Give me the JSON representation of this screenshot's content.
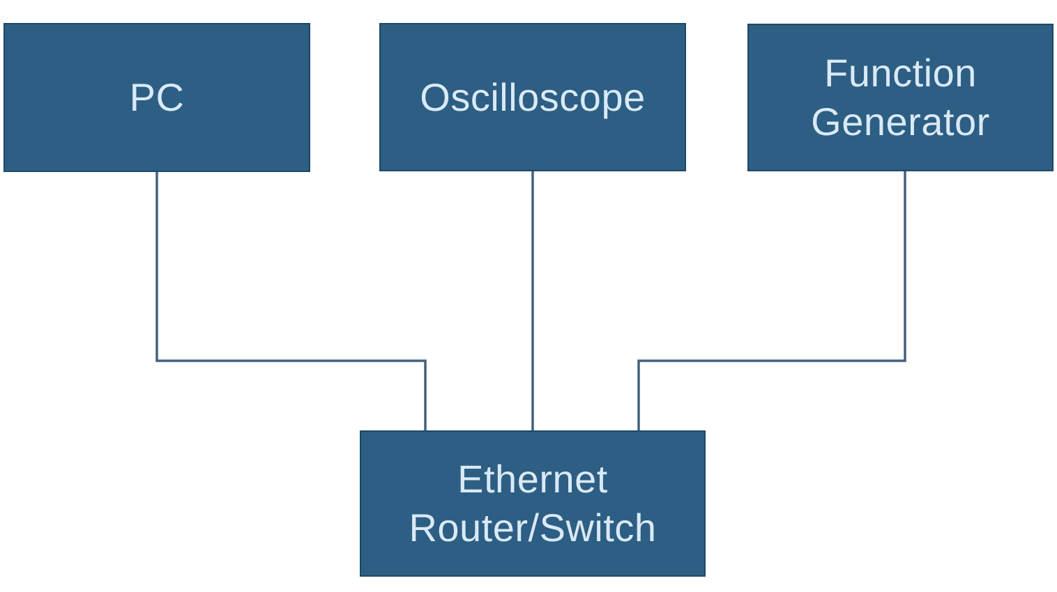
{
  "diagram": {
    "kind": "network-topology-diagram",
    "colors": {
      "background": "#ffffff",
      "node_fill": "#2d5e83",
      "node_border": "#1d4868",
      "node_text": "#d9e9f6",
      "connector": "#44617d"
    },
    "nodes": [
      {
        "id": "pc",
        "label": "PC"
      },
      {
        "id": "oscilloscope",
        "label": "Oscilloscope"
      },
      {
        "id": "function-generator",
        "label": "Function\nGenerator"
      },
      {
        "id": "ethernet-router-switch",
        "label": "Ethernet\nRouter/Switch"
      }
    ],
    "edges": [
      {
        "from": "PC",
        "to": "Ethernet Router/Switch"
      },
      {
        "from": "Oscilloscope",
        "to": "Ethernet Router/Switch"
      },
      {
        "from": "Function Generator",
        "to": "Ethernet Router/Switch"
      }
    ]
  }
}
